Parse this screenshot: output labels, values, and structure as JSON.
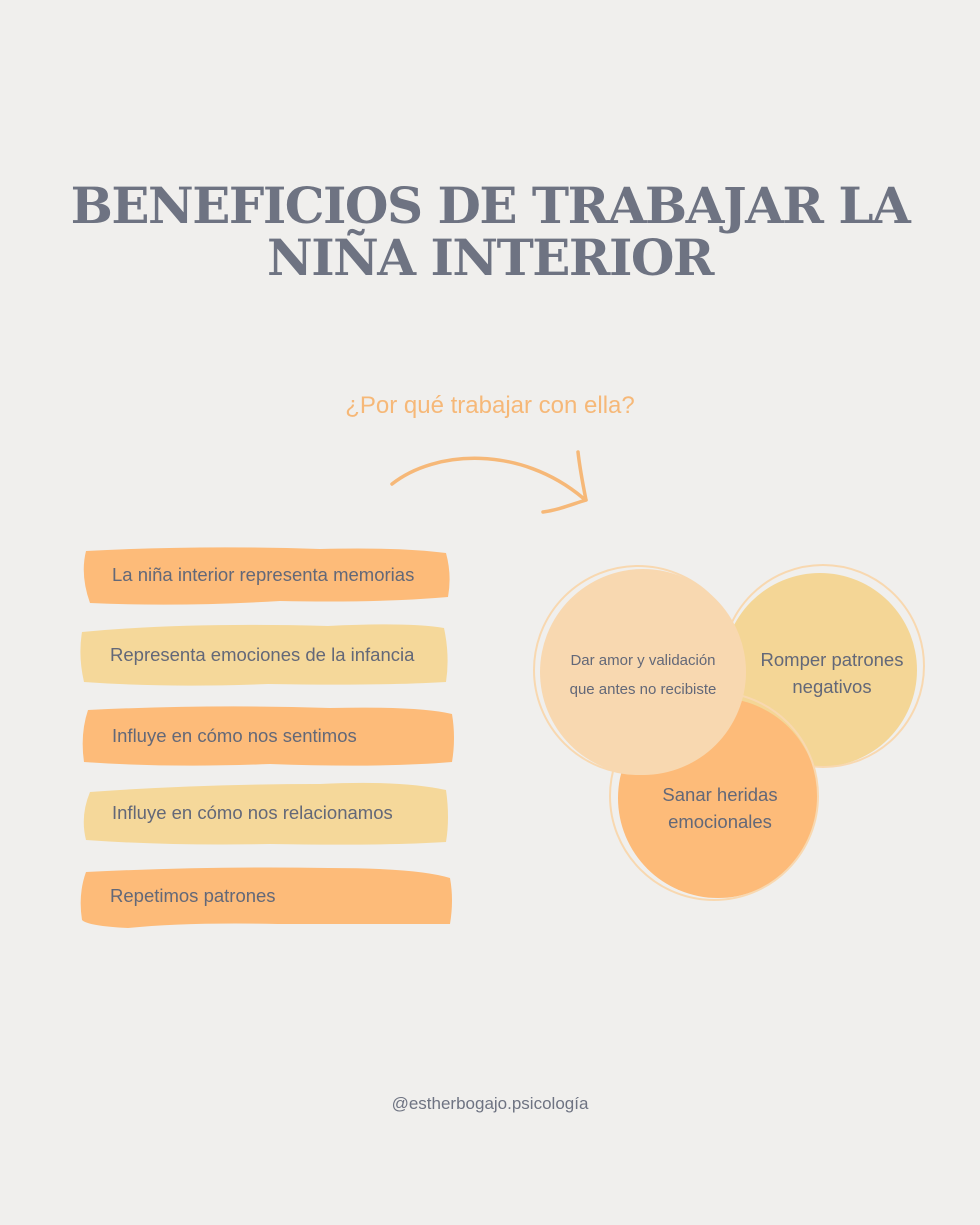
{
  "title": {
    "line1": "BENEFICIOS DE TRABAJAR LA",
    "line2": "NIÑA INTERIOR"
  },
  "subtitle": "¿Por qué trabajar con ella?",
  "icons": {
    "arrow": "curved-arrow-icon"
  },
  "colors": {
    "background": "#f0efed",
    "title": "#6e7382",
    "orange": "#fdbb79",
    "yellow": "#f5d89a",
    "peach": "#f8d8b0",
    "sand": "#f4d696",
    "text": "#636878"
  },
  "strips": [
    {
      "label": "La niña interior representa memorias",
      "color": "orange"
    },
    {
      "label": "Representa emociones de la infancia",
      "color": "yellow"
    },
    {
      "label": "Influye en cómo nos sentimos",
      "color": "orange"
    },
    {
      "label": "Influye en cómo nos relacionamos",
      "color": "yellow"
    },
    {
      "label": "Repetimos patrones",
      "color": "orange"
    }
  ],
  "circles": {
    "left": {
      "line1": "Dar amor y validación",
      "line2": "que antes no recibiste"
    },
    "right": {
      "line1": "Romper patrones",
      "line2": "negativos"
    },
    "bottom": {
      "line1": "Sanar heridas",
      "line2": "emocionales"
    }
  },
  "footer": "@estherbogajo.psicología"
}
